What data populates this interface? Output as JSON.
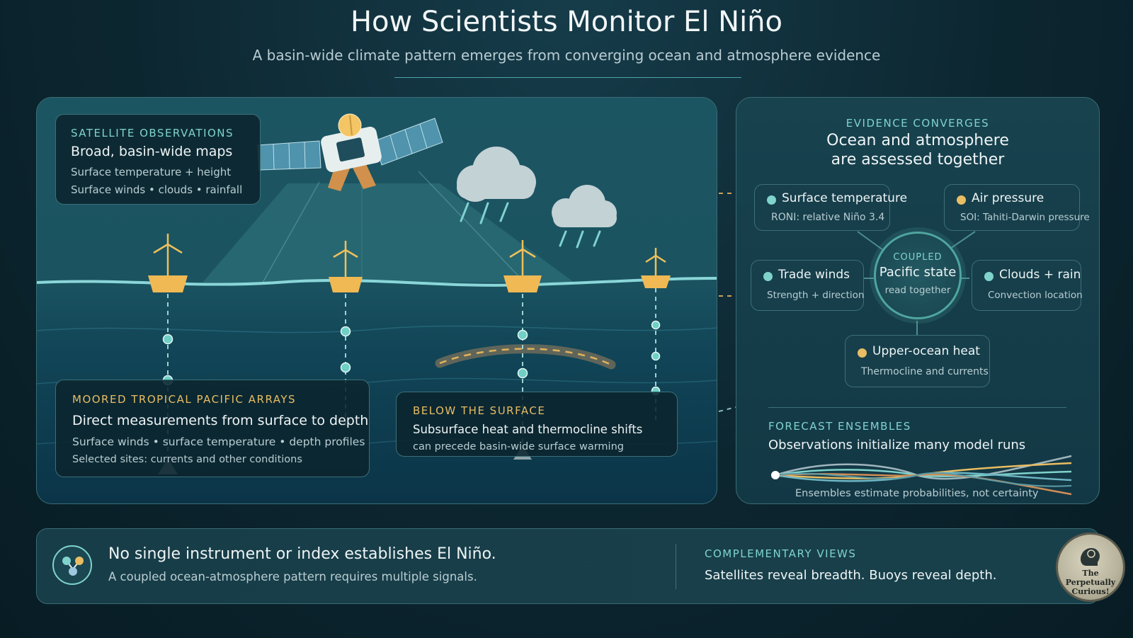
{
  "header": {
    "title": "How Scientists Monitor El Niño",
    "subtitle": "A basin-wide climate pattern emerges from converging ocean and atmosphere evidence"
  },
  "colors": {
    "teal": "#7fd3cc",
    "amber": "#e8bd63",
    "buoy": "#f0b954",
    "background": "#0c2630"
  },
  "satellite_card": {
    "kicker": "SATELLITE OBSERVATIONS",
    "title": "Broad, basin-wide maps",
    "line1": "Surface temperature + height",
    "line2": "Surface winds • clouds • rainfall"
  },
  "moored_card": {
    "kicker": "MOORED TROPICAL PACIFIC ARRAYS",
    "title": "Direct measurements from surface to depth",
    "line1": "Surface winds • surface temperature • depth profiles",
    "line2": "Selected sites: currents and other conditions"
  },
  "subsurface_card": {
    "kicker": "BELOW THE SURFACE",
    "title": "Subsurface heat and thermocline shifts",
    "line1": "can precede basin-wide surface warming"
  },
  "evidence": {
    "kicker": "EVIDENCE CONVERGES",
    "title_line1": "Ocean and atmosphere",
    "title_line2": "are assessed together",
    "hub": {
      "label_top": "COUPLED",
      "label_main": "Pacific state",
      "label_sub": "read together"
    },
    "nodes": [
      {
        "title": "Surface temperature",
        "sub": "RONI: relative Niño 3.4",
        "dot": "teal"
      },
      {
        "title": "Air pressure",
        "sub": "SOI: Tahiti-Darwin pressure",
        "dot": "amber"
      },
      {
        "title": "Trade winds",
        "sub": "Strength + direction",
        "dot": "teal"
      },
      {
        "title": "Clouds + rain",
        "sub": "Convection location",
        "dot": "teal"
      },
      {
        "title": "Upper-ocean heat",
        "sub": "Thermocline and currents",
        "dot": "amber"
      }
    ]
  },
  "forecast": {
    "kicker": "FORECAST ENSEMBLES",
    "title": "Observations initialize many model runs",
    "caption": "Ensembles estimate probabilities, not certainty"
  },
  "bottom": {
    "icon": "network-icon",
    "title": "No single instrument or index establishes El Niño.",
    "sub": "A coupled ocean-atmosphere pattern requires multiple signals.",
    "kicker": "COMPLEMENTARY VIEWS",
    "right_text": "Satellites reveal breadth. Buoys reveal depth."
  },
  "logo": {
    "line1": "The Perpetually",
    "line2": "Curious!"
  }
}
